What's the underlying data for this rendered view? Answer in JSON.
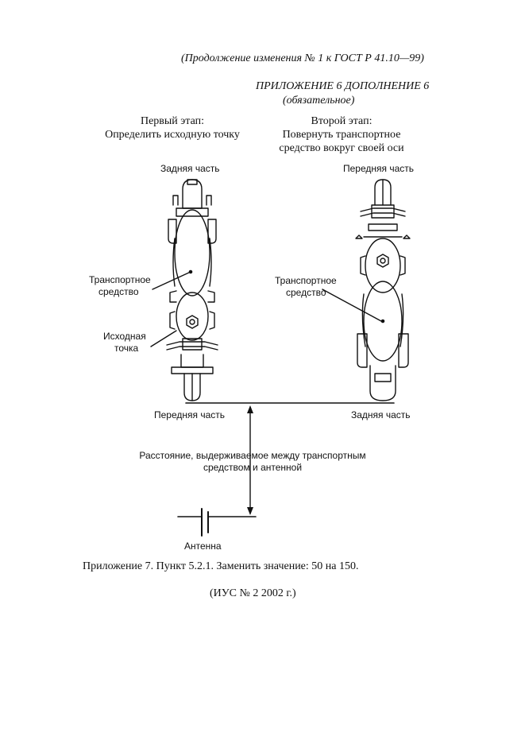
{
  "header": {
    "continuation": "(Продолжение изменения № 1 к  ГОСТ Р  41.10—99)",
    "appendix_title": "ПРИЛОЖЕНИЕ 6  ДОПОЛНЕНИЕ 6",
    "appendix_status": "(обязательное)"
  },
  "stages": {
    "first_title": "Первый этап:",
    "first_desc": "Определить исходную точку",
    "second_title": "Второй этап:",
    "second_desc_1": "Повернуть транспортное",
    "second_desc_2": "средство вокруг своей оси"
  },
  "diagram": {
    "left_top_label": "Задняя часть",
    "right_top_label": "Передняя часть",
    "left_vehicle_1": "Транспортное",
    "left_vehicle_2": "средство",
    "right_vehicle_1": "Транспортное",
    "right_vehicle_2": "средство",
    "origin_1": "Исходная",
    "origin_2": "точка",
    "left_bottom_label": "Передняя часть",
    "right_bottom_label": "Задняя часть",
    "distance_1": "Расстояние, выдерживаемое между транспортным",
    "distance_2": "средством и антенной",
    "antenna": "Антенна"
  },
  "footer": {
    "note": "Приложение 7. Пункт 5.2.1. Заменить значение: 50 на 150.",
    "source": "(ИУС № 2 2002 г.)"
  }
}
